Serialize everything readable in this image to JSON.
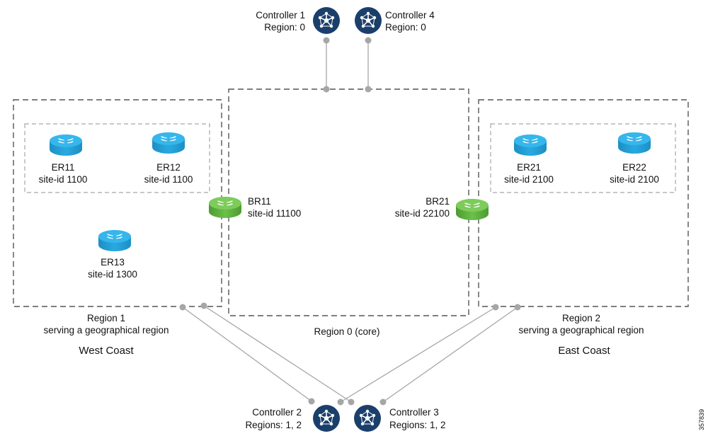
{
  "controllers": {
    "c1": {
      "name": "Controller 1",
      "region": "Region: 0"
    },
    "c4": {
      "name": "Controller 4",
      "region": "Region: 0"
    },
    "c2": {
      "name": "Controller 2",
      "region": "Regions: 1, 2"
    },
    "c3": {
      "name": "Controller 3",
      "region": "Regions: 1, 2"
    }
  },
  "routers": {
    "er11": {
      "name": "ER11",
      "site": "site-id 1100"
    },
    "er12": {
      "name": "ER12",
      "site": "site-id 1100"
    },
    "er13": {
      "name": "ER13",
      "site": "site-id 1300"
    },
    "er21": {
      "name": "ER21",
      "site": "site-id 2100"
    },
    "er22": {
      "name": "ER22",
      "site": "site-id 2100"
    },
    "br11": {
      "name": "BR11",
      "site": "site-id 11100"
    },
    "br21": {
      "name": "BR21",
      "site": "site-id 22100"
    }
  },
  "regions": {
    "r1": {
      "name": "Region 1",
      "desc": "serving a geographical region",
      "area": "West Coast"
    },
    "r0": {
      "name": "Region 0 (core)"
    },
    "r2": {
      "name": "Region 2",
      "desc": "serving a geographical region",
      "area": "East Coast"
    }
  },
  "figure_id": "357839",
  "colors": {
    "controller": "#1b3f6b",
    "edge_router": "#29a9e1",
    "border_router": "#6cc04a",
    "connector": "#a6a6a6",
    "dashed_box": "#555555",
    "inner_dashed_box": "#a6a6a6"
  }
}
